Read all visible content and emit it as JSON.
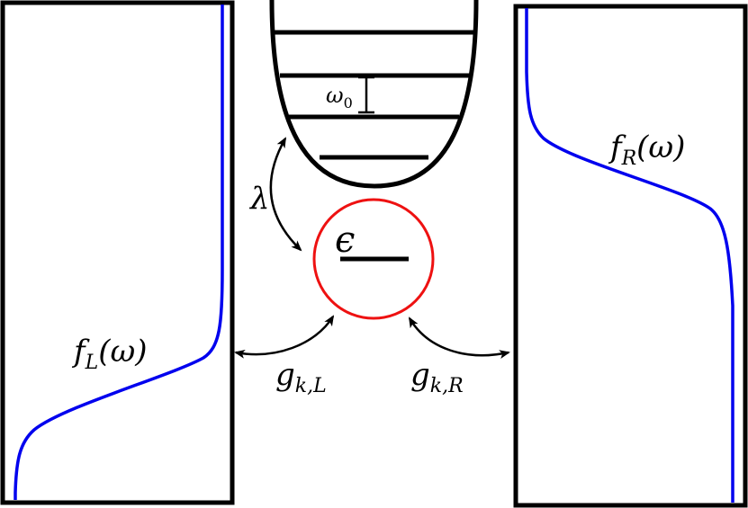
{
  "labels": {
    "fL": {
      "main": "f",
      "sub": "L",
      "arg": "(ω)"
    },
    "fR": {
      "main": "f",
      "sub": "R",
      "arg": "(ω)"
    },
    "gL": {
      "main": "g",
      "sub": "k,L"
    },
    "gR": {
      "main": "g",
      "sub": "k,R"
    },
    "lambda": "λ",
    "epsilon": "ϵ",
    "omega0": {
      "main": "ω",
      "sub": "0"
    }
  },
  "colors": {
    "outline": "#000000",
    "distribution": "#0000ee",
    "dot": "#ee1111"
  }
}
